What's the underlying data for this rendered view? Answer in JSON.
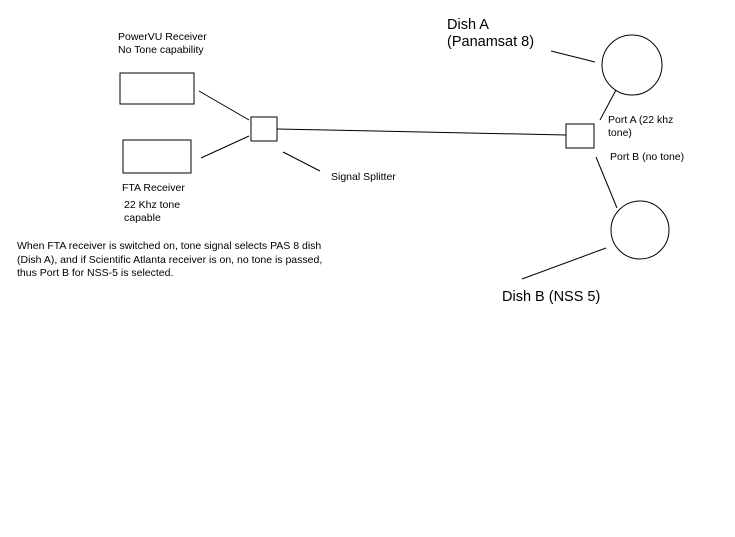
{
  "labels": {
    "powervu_receiver": "PowerVU Receiver\nNo Tone capability",
    "fta_receiver": "FTA Receiver",
    "fta_tone": "22 Khz tone\ncapable",
    "signal_splitter": "Signal Splitter",
    "dish_a": "Dish A\n(Panamsat 8)",
    "dish_b": "Dish B (NSS 5)",
    "port_a": "Port A (22 khz\ntone)",
    "port_b": "Port B (no tone)",
    "note": "When FTA receiver is switched on, tone signal selects PAS 8 dish (Dish A), and if Scientific Atlanta receiver is on, no tone is passed, thus Port B for NSS-5 is selected."
  }
}
